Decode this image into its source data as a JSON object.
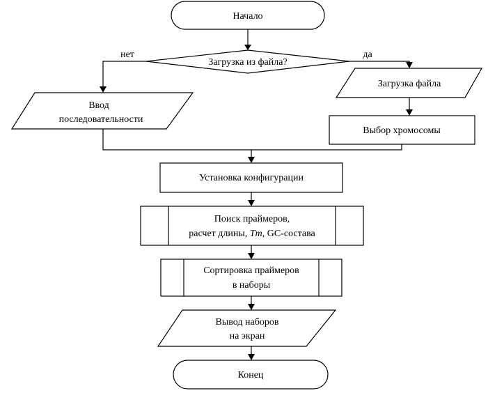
{
  "flowchart": {
    "start": "Начало",
    "decision": "Загрузка из файла?",
    "branch_no": "нет",
    "branch_yes": "да",
    "manual_input": {
      "line1": "Ввод",
      "line2": "последовательности"
    },
    "load_file": "Загрузка файла",
    "choose_chromosome": "Выбор хромосомы",
    "set_config": "Установка конфигурации",
    "primer_search": {
      "line1": "Поиск праймеров,",
      "line2_prefix": "расчет длины, ",
      "line2_italic": "Tm",
      "line2_suffix": ", GC-состава"
    },
    "sort_primers": {
      "line1": "Сортировка праймеров",
      "line2": "в наборы"
    },
    "output_sets": {
      "line1": "Вывод наборов",
      "line2": "на экран"
    },
    "end": "Конец"
  }
}
